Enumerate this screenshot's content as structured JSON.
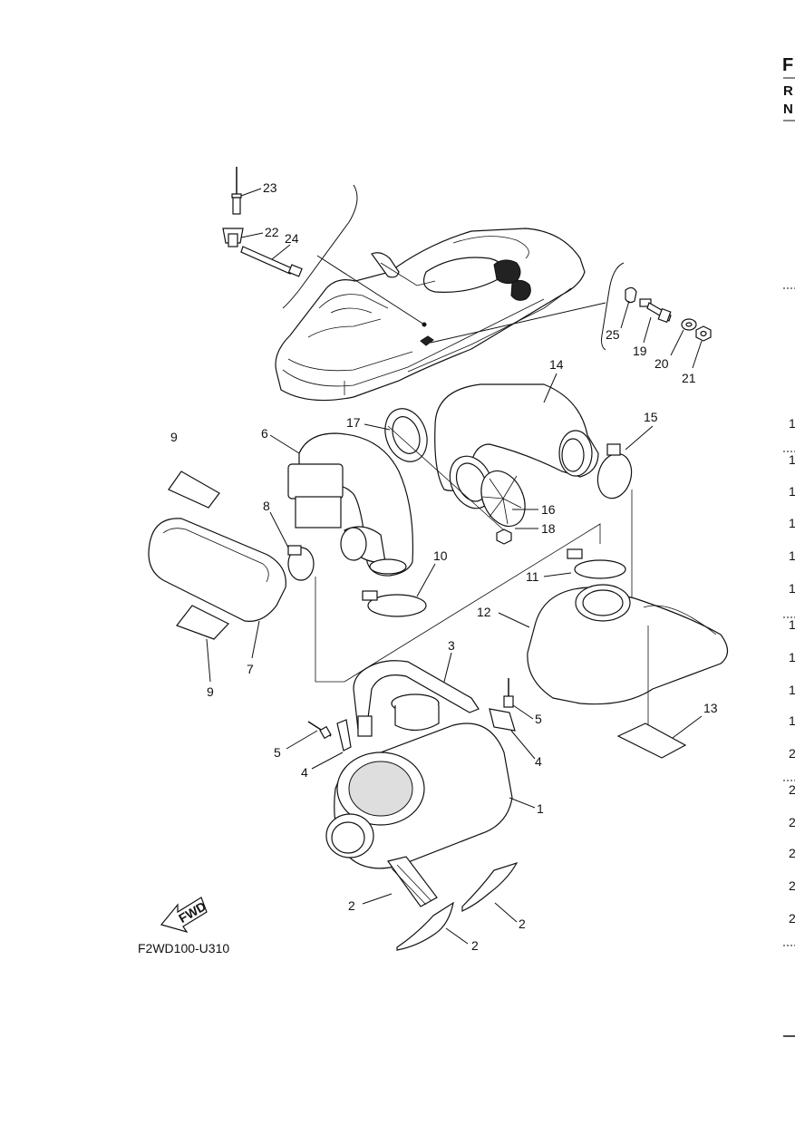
{
  "header": {
    "letter_top": "F",
    "letter_r": "R",
    "letter_n": "N"
  },
  "callouts": [
    {
      "id": "c23",
      "text": "23"
    },
    {
      "id": "c22",
      "text": "22"
    },
    {
      "id": "c24",
      "text": "24"
    },
    {
      "id": "c25",
      "text": "25"
    },
    {
      "id": "c19",
      "text": "19"
    },
    {
      "id": "c20",
      "text": "20"
    },
    {
      "id": "c21",
      "text": "21"
    },
    {
      "id": "c14",
      "text": "14"
    },
    {
      "id": "c17",
      "text": "17"
    },
    {
      "id": "c15",
      "text": "15"
    },
    {
      "id": "c6",
      "text": "6"
    },
    {
      "id": "c9a",
      "text": "9"
    },
    {
      "id": "c16",
      "text": "16"
    },
    {
      "id": "c18",
      "text": "18"
    },
    {
      "id": "c8",
      "text": "8"
    },
    {
      "id": "c10",
      "text": "10"
    },
    {
      "id": "c11",
      "text": "11"
    },
    {
      "id": "c12",
      "text": "12"
    },
    {
      "id": "c7",
      "text": "7"
    },
    {
      "id": "c9b",
      "text": "9"
    },
    {
      "id": "c3",
      "text": "3"
    },
    {
      "id": "c13",
      "text": "13"
    },
    {
      "id": "c5a",
      "text": "5"
    },
    {
      "id": "c4a",
      "text": "4"
    },
    {
      "id": "c5b",
      "text": "5"
    },
    {
      "id": "c4b",
      "text": "4"
    },
    {
      "id": "c1",
      "text": "1"
    },
    {
      "id": "c2a",
      "text": "2"
    },
    {
      "id": "c2b",
      "text": "2"
    },
    {
      "id": "c2c",
      "text": "2"
    }
  ],
  "fwd_label": "FWD",
  "diagram_code": "F2WD100-U310",
  "right_column_numbers": [
    "1",
    "1",
    "1",
    "1",
    "1",
    "1",
    "1",
    "1",
    "1",
    "1",
    "2",
    "2",
    "2",
    "2",
    "2",
    "2"
  ]
}
